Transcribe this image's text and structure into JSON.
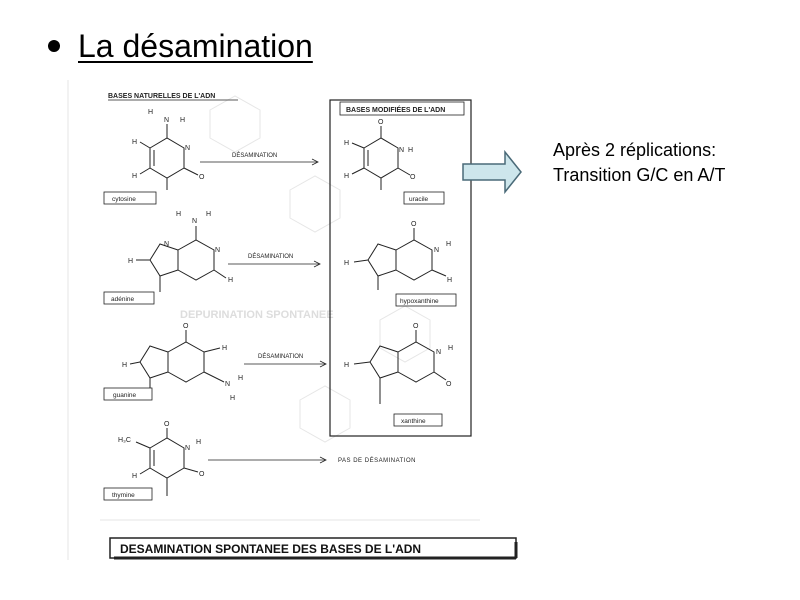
{
  "slide": {
    "title": "La désamination",
    "note_line1": "Après 2 réplications:",
    "note_line2": "Transition G/C en A/T"
  },
  "figure": {
    "left_header": "BASES NATURELLES DE L'ADN",
    "right_header": "BASES MODIFIÉES DE L'ADN",
    "reactions": [
      {
        "source": "cytosine",
        "label": "DÉSAMINATION",
        "product": "uracile"
      },
      {
        "source": "adénine",
        "label": "DÉSAMINATION",
        "product": "hypoxanthine"
      },
      {
        "source": "guanine",
        "label": "DÉSAMINATION",
        "product": "xanthine"
      },
      {
        "source": "thymine",
        "label": "PAS DE DÉSAMINATION",
        "product": ""
      }
    ],
    "ghost_text": "DEPURINATION SPONTANEE",
    "methyl_label": "H₃C",
    "caption": "DESAMINATION SPONTANEE DES BASES DE L'ADN"
  },
  "colors": {
    "arrow_fill": "#cde6ec",
    "arrow_stroke": "#4a6a78",
    "ink": "#222222"
  }
}
